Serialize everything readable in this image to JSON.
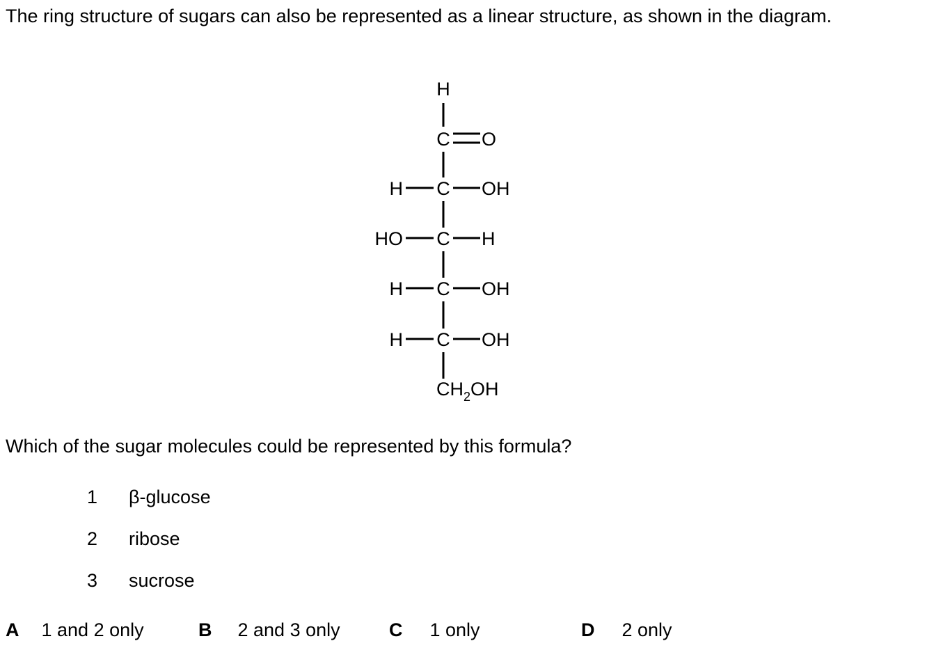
{
  "intro": "The ring structure of sugars can also be represented as a linear structure, as shown in the diagram.",
  "diagram": {
    "top_h": "H",
    "c1": "C",
    "c1_right": "O",
    "row2": {
      "left": "H",
      "carbon": "C",
      "right": "OH"
    },
    "row3": {
      "left": "HO",
      "carbon": "C",
      "right": "H"
    },
    "row4": {
      "left": "H",
      "carbon": "C",
      "right": "OH"
    },
    "row5": {
      "left": "H",
      "carbon": "C",
      "right": "OH"
    },
    "bottom": {
      "ch": "CH",
      "subscript": "2",
      "oh": "OH"
    }
  },
  "question": "Which of the sugar molecules could be represented by this formula?",
  "statements": [
    {
      "number": "1",
      "name": "β-glucose"
    },
    {
      "number": "2",
      "name": "ribose"
    },
    {
      "number": "3",
      "name": "sucrose"
    }
  ],
  "options": [
    {
      "letter": "A",
      "text": "1 and 2 only"
    },
    {
      "letter": "B",
      "text": "2 and 3 only"
    },
    {
      "letter": "C",
      "text": "1 only"
    },
    {
      "letter": "D",
      "text": "2 only"
    }
  ]
}
